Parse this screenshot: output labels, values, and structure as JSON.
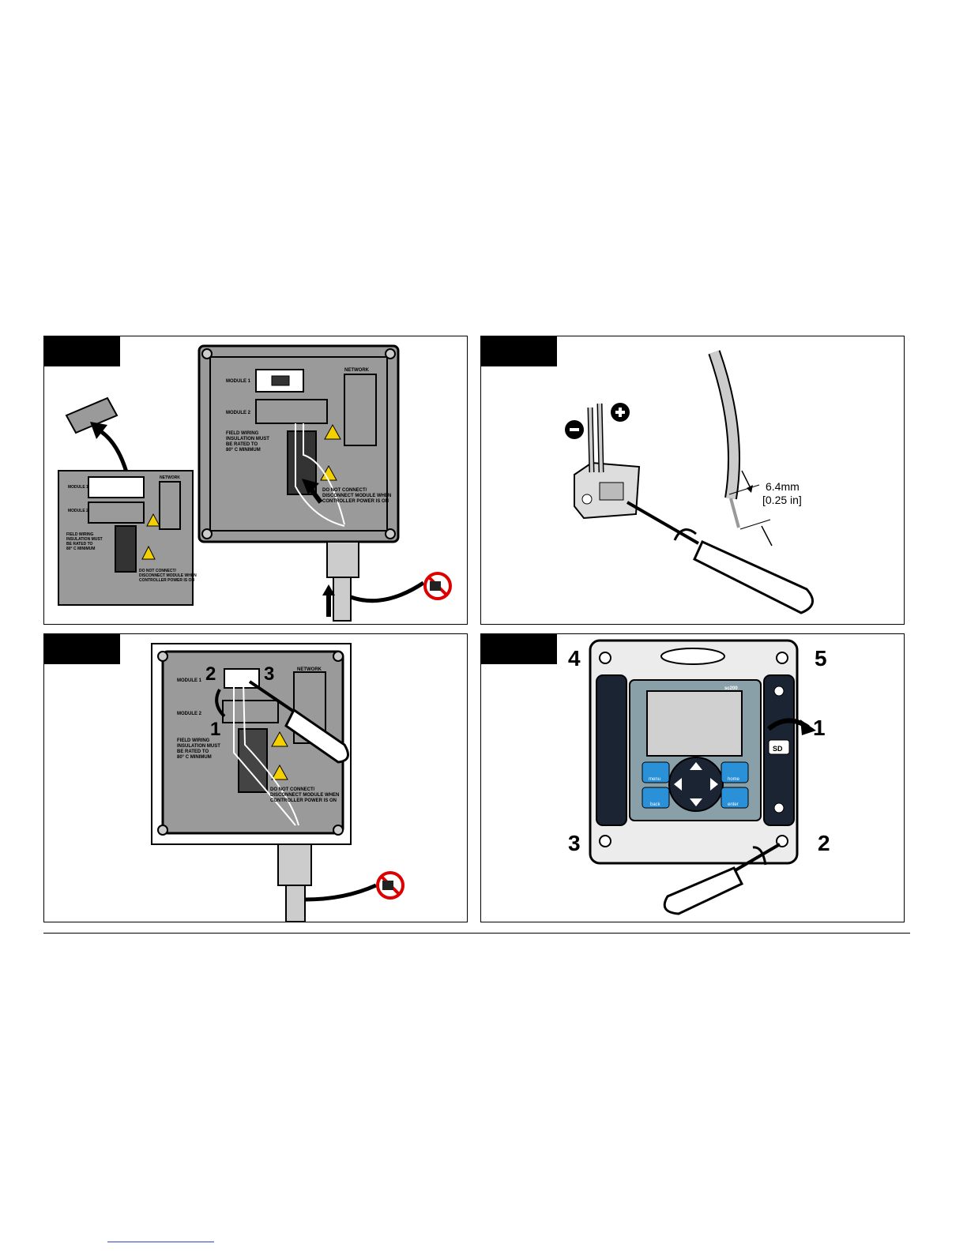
{
  "step1": {
    "module1": "MODULE 1",
    "module2": "MODULE 2",
    "network": "NETWORK",
    "field_wiring": [
      "FIELD WIRING",
      "INSULATION MUST",
      "BE RATED TO",
      "80° C MINIMUM"
    ],
    "warning": [
      "DO NOT CONNECT/",
      "DISCONNECT MODULE WHEN",
      "CONTROLLER POWER IS ON"
    ]
  },
  "step2": {
    "dimension_mm": "6.4mm",
    "dimension_in": "[0.25 in]"
  },
  "step3": {
    "module1": "MODULE 1",
    "module2": "MODULE 2",
    "network": "NETWORK",
    "field_wiring": [
      "FIELD WIRING",
      "INSULATION MUST",
      "BE RATED TO",
      "80° C MINIMUM"
    ],
    "warning": [
      "DO NOT CONNECT/",
      "DISCONNECT MODULE WHEN",
      "CONTROLLER POWER IS ON"
    ],
    "callout_1": "1",
    "callout_2": "2",
    "callout_3": "3"
  },
  "step4": {
    "model": "sc200",
    "sd": "SD",
    "btn_menu": "menu",
    "btn_home": "home",
    "btn_back": "back",
    "btn_enter": "enter",
    "callout_1": "1",
    "callout_2": "2",
    "callout_3": "3",
    "callout_4": "4",
    "callout_5": "5"
  }
}
